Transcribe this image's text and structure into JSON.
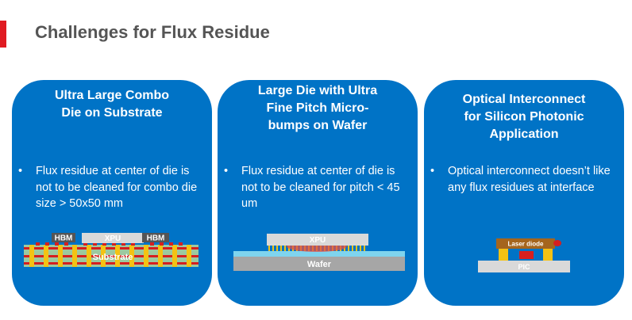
{
  "title": "Challenges for Flux Residue",
  "colors": {
    "accent": "#e01b22",
    "card": "#0073c6",
    "title": "#555555"
  },
  "cards": [
    {
      "heading_lines": [
        "Ultra Large Combo",
        "Die on Substrate"
      ],
      "bullet": "Flux residue at center of die is not to be cleaned for combo die size > 50x50 mm",
      "diagram": {
        "hbm_left": "HBM",
        "xpu": "XPU",
        "hbm_right": "HBM",
        "substrate": "Substrate"
      }
    },
    {
      "heading_lines": [
        "Large Die with Ultra",
        "Fine Pitch Micro-",
        "bumps on Wafer"
      ],
      "bullet": "Flux residue at center of die is not to be cleaned for pitch < 45 um",
      "diagram": {
        "xpu": "XPU",
        "wafer": "Wafer"
      }
    },
    {
      "heading_lines": [
        "Optical Interconnect",
        "for Silicon Photonic",
        "Application"
      ],
      "bullet": "Optical interconnect doesn’t like any flux residues at interface",
      "diagram": {
        "laser": "Laser diode",
        "pic": "PIC"
      }
    }
  ],
  "bullet_glyph": "•"
}
